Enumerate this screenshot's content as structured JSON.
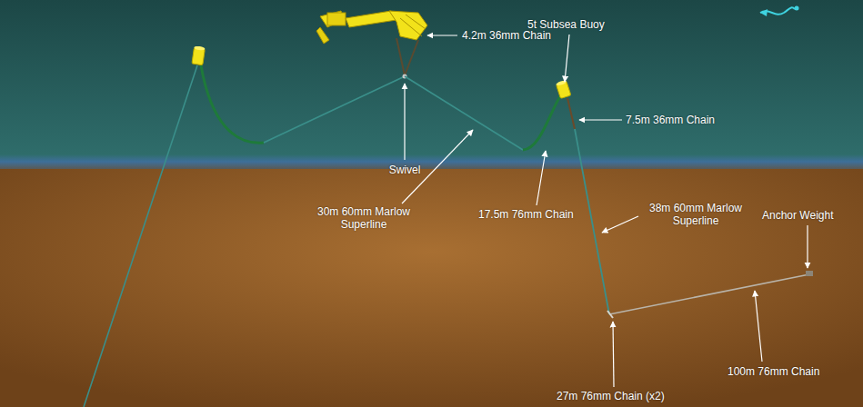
{
  "diagram": {
    "labels": [
      "4.2m 36mm Chain",
      "5t Subsea Buoy",
      "7.5m 36mm Chain",
      "Swivel",
      "30m 60mm Marlow Superline",
      "17.5m 76mm Chain",
      "38m 60mm Marlow Superline",
      "Anchor Weight",
      "100m 76mm Chain",
      "27m 76mm Chain (x2)"
    ]
  }
}
